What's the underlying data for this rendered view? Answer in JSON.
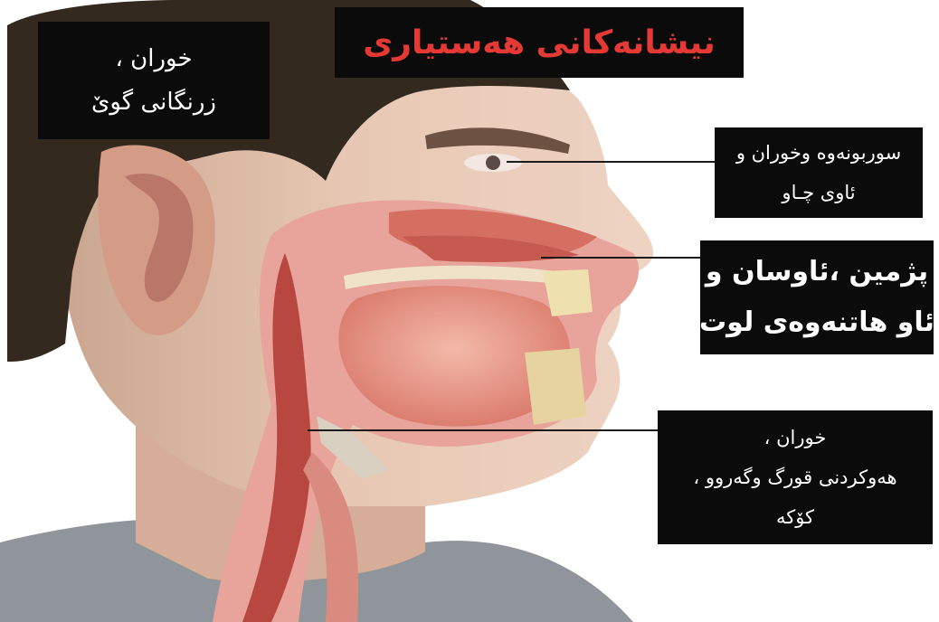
{
  "title": "نیشانەکانی هەستیاری",
  "colors": {
    "title_text": "#e53935",
    "box_bg": "#0b0b0b",
    "box_text": "#ffffff"
  },
  "callouts": {
    "ear": {
      "line1": "خوران ،",
      "line2": "زرنگانی گوێ"
    },
    "eye": {
      "line1": "سوربونەوە وخوران و",
      "line2": "ئاوی چـاو"
    },
    "nose": {
      "line1": "پژمین ،ئاوسان و",
      "line2": "ئاو هاتنەوەی لوت"
    },
    "throat": {
      "line1": "خوران ،",
      "line2": "هەوکردنی قورگ  وگەروو ،",
      "line3": "کۆکە"
    }
  }
}
